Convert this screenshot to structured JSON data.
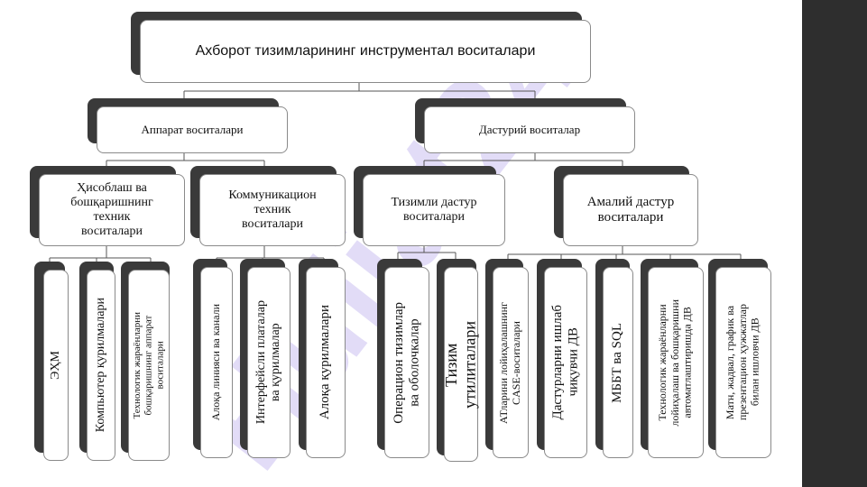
{
  "colors": {
    "panel": "#2e2e2e",
    "box_shadow": "#3a3a3a",
    "watermark": "#cbbff0"
  },
  "watermark": {
    "text": "Hujjat24"
  },
  "nodes": {
    "root": "Ахборот тизимларининг инструментал воситалари",
    "hardware": "Аппарат воситалари",
    "software": "Дастурий воситалар",
    "computing": "Ҳисоблаш ва\nбошқаришнинг\nтехник\nвоситалари",
    "communication": "Коммуникацион\nтехник\nвоситалари",
    "system_sw": "Тизимли дастур\nвоситалари",
    "applied_sw": "Амалий дастур\nвоситалари",
    "computer": "ЭҲМ",
    "devices": "Компьютер  қурилмалари",
    "tech_mgmt": "Технологик  жараёнларни\nбошқаришнинг аппарат\nвоситалари",
    "comm_channel": "Алоқа линияси ва канали",
    "interfaces": "Интерфейсли платалар\nва қурилмалар",
    "comm_devices": "Алоқа қурилмалари",
    "os_shells": "Операцион тизимлар\nва  оболочкалар",
    "utilities": "Тизим\nутилиталари",
    "case_tools": "АТларини  лойиҳалашнинг\nCASE-воситалари",
    "dev_tools": "Дастурларни ишлаб\nчиқувчи ДВ",
    "dbms": "МББТ ва SQL",
    "automation": "Технологик жараёнларни\nлойиҳалаш  ва бошқаришни\nавтоматлаштиришда ДВ",
    "office": "Матн, жадвал, график ва\nпрезентацион ҳужжатлар\nбилан ишловчи ДВ"
  }
}
